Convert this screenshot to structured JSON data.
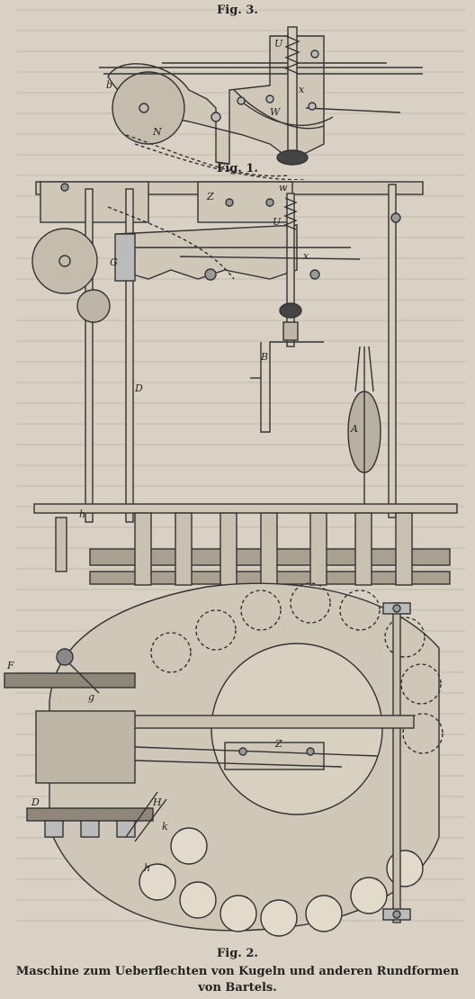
{
  "figures": {
    "fig3_caption": "Fig. 3.",
    "fig1_caption": "Fig. 1.",
    "fig2_caption": "Fig. 2."
  },
  "title": {
    "line1": "Maschine zum Ueberflechten von Kugeln und anderen Rundformen",
    "line2": "von Bartels."
  }
}
